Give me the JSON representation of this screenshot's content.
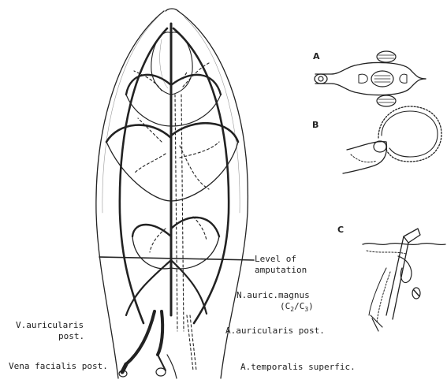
{
  "labels": {
    "level_line1": "Level of",
    "level_line2": "amputation",
    "nerve_line1": "N.auric.magnus",
    "nerve_open": "(C",
    "nerve_sub1": "2",
    "nerve_slash": "/C",
    "nerve_sub2": "3",
    "nerve_close": ")",
    "vein_post_line1": "V.auricularis",
    "vein_post_line2": "post.",
    "artery_post": "A.auricularis post.",
    "vena_facialis": "Vena facialis post.",
    "artery_temporalis": "A.temporalis superfic."
  },
  "panels": {
    "a": "A",
    "b": "B",
    "c": "C"
  },
  "colors": {
    "ink": "#222222",
    "paper": "#ffffff"
  }
}
